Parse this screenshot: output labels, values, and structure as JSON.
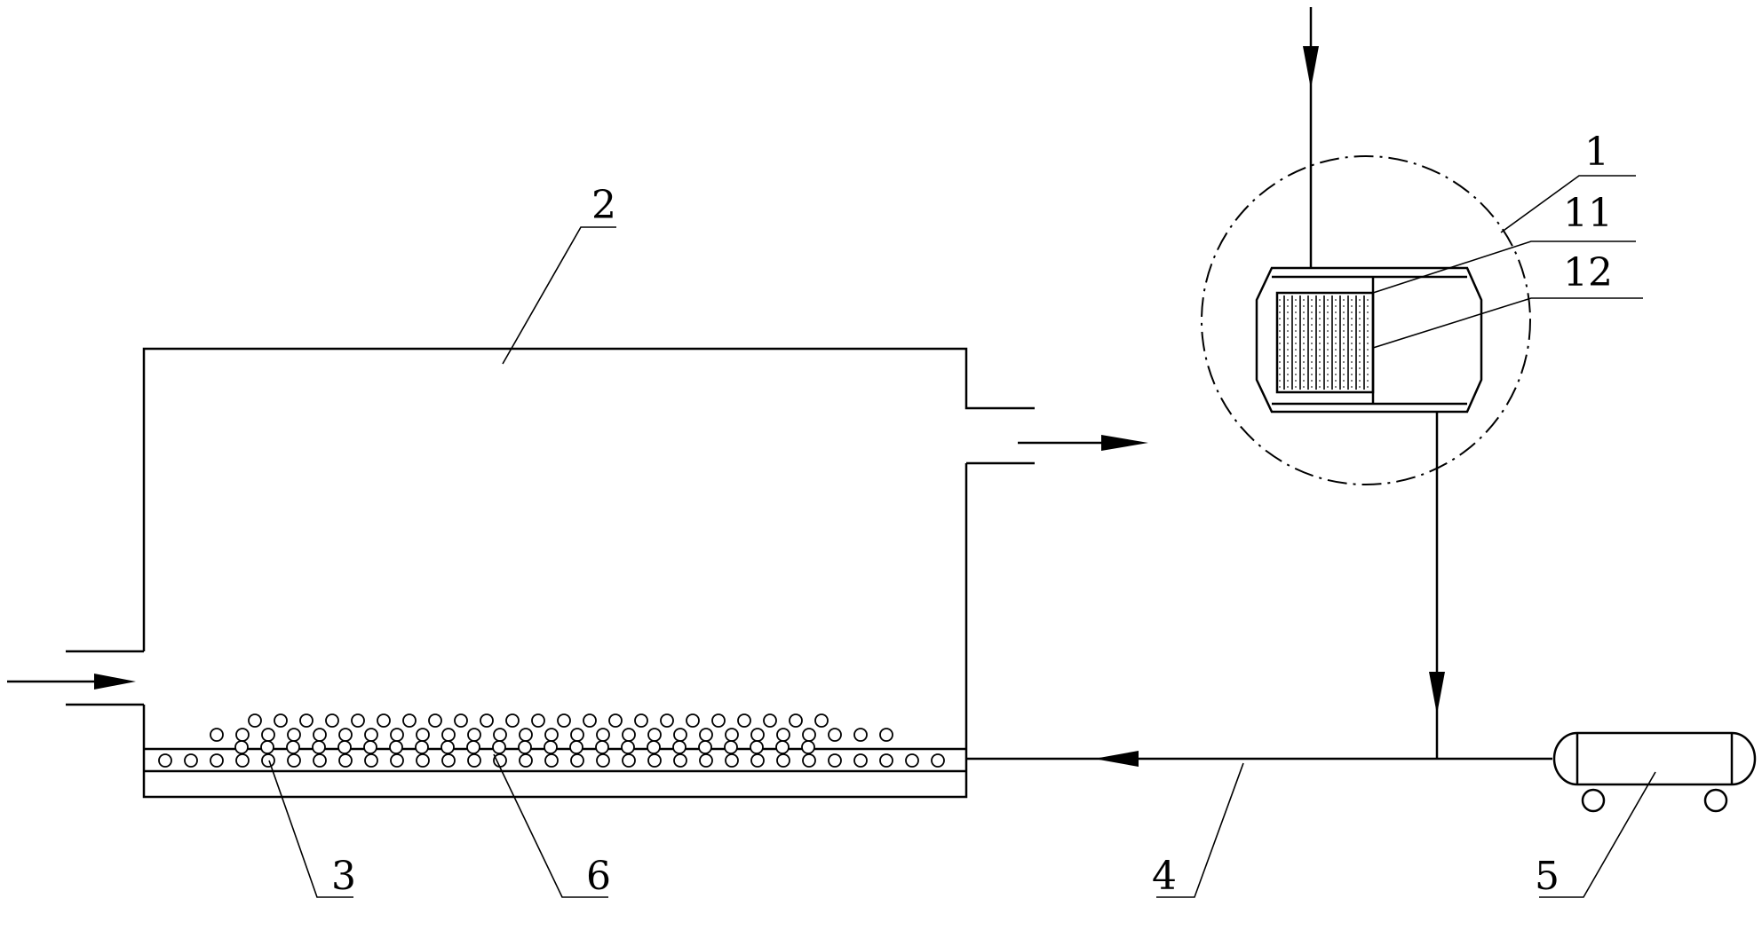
{
  "diagram": {
    "labels": {
      "reference_1": "1",
      "reference_11": "11",
      "reference_12": "12",
      "reference_2": "2",
      "reference_3": "3",
      "reference_4": "4",
      "reference_5": "5",
      "reference_6": "6"
    }
  }
}
